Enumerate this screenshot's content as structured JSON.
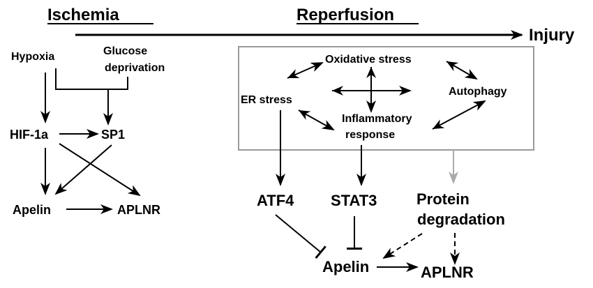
{
  "headers": {
    "ischemia": "Ischemia",
    "reperfusion": "Reperfusion",
    "injury": "Injury"
  },
  "ischemia": {
    "hypoxia": "Hypoxia",
    "glucose_deprivation": [
      "Glucose",
      "deprivation"
    ],
    "hif1a": "HIF-1a",
    "sp1": "SP1",
    "apelin": "Apelin",
    "aplnr": "APLNR"
  },
  "reperfusion": {
    "oxidative_stress": "Oxidative stress",
    "er_stress": "ER stress",
    "autophagy": "Autophagy",
    "inflammatory_response": [
      "Inflammatory",
      "response"
    ],
    "atf4": "ATF4",
    "stat3": "STAT3",
    "protein_degradation": [
      "Protein",
      "degradation"
    ],
    "apelin": "Apelin",
    "aplnr": "APLNR"
  },
  "colors": {
    "line": "#000000",
    "box": "#999999",
    "gray_arrow": "#aaaaaa"
  }
}
